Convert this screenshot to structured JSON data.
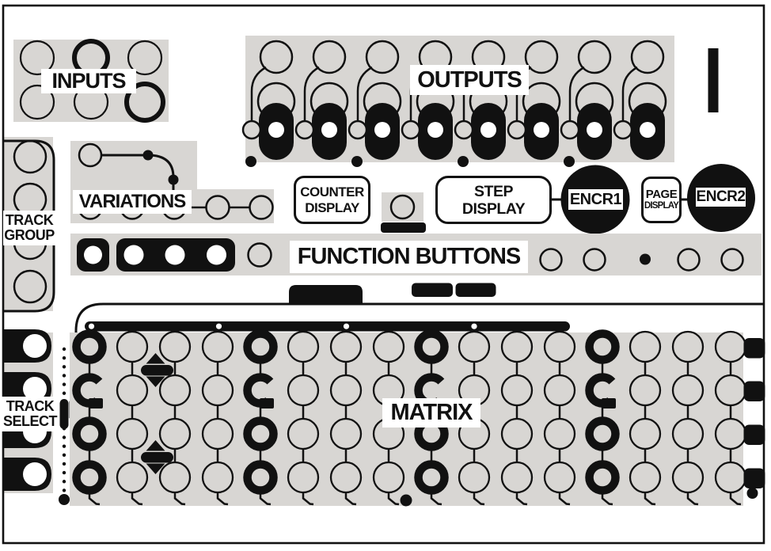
{
  "colors": {
    "ink": "#111111",
    "panel": "#d8d6d3",
    "white": "#ffffff"
  },
  "labels": {
    "inputs": "INPUTS",
    "outputs": "OUTPUTS",
    "variations": "VARIATIONS",
    "function_buttons": "FUNCTION BUTTONS",
    "matrix": "MATRIX"
  },
  "track_group": {
    "lines": [
      "TRACK",
      "GROUP"
    ]
  },
  "track_select": {
    "lines": [
      "TRACK",
      "SELECT"
    ]
  },
  "displays": {
    "counter": {
      "lines": [
        "COUNTER",
        "DISPLAY"
      ]
    },
    "step": {
      "lines": [
        "STEP",
        "DISPLAY"
      ]
    },
    "page": {
      "lines": [
        "PAGE",
        "DISPLAY"
      ]
    }
  },
  "encoders": {
    "encr1": "ENCR1",
    "encr2": "ENCR2"
  },
  "structure": {
    "inputs": {
      "rows": 2,
      "cols": 3
    },
    "outputs": {
      "jacks": 8,
      "dot_under_jacks": [
        1,
        3,
        5,
        7
      ]
    },
    "track_group": {
      "circles": 4
    },
    "track_select": {
      "buttons": 4
    },
    "variations": {
      "row_circles": 5
    },
    "function_row": {
      "left_block_circles": 3,
      "right_circles": 4
    },
    "page_bar": {
      "dots": 4
    },
    "matrix": {
      "cols": 16,
      "rows": 4,
      "encoder_cols": [
        0,
        4,
        8,
        12
      ],
      "arrow_widgets": 2,
      "right_buttons": 4
    }
  }
}
